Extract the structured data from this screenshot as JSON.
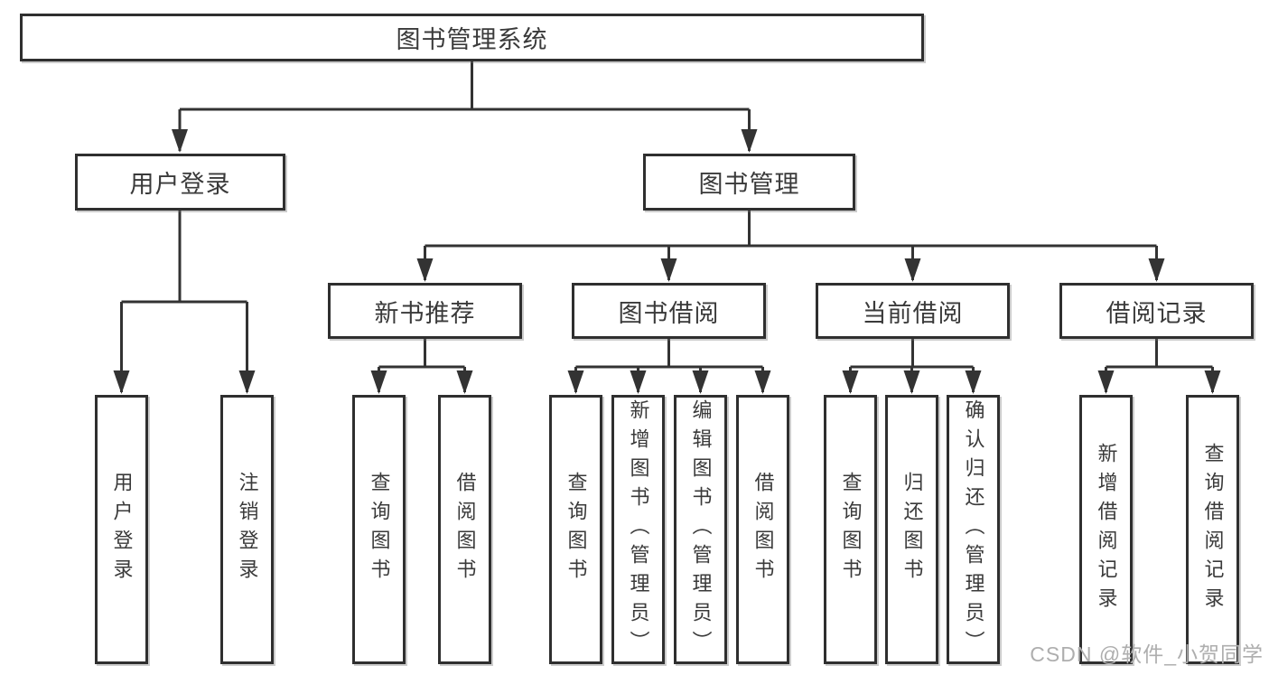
{
  "colors": {
    "background": "#ffffff",
    "line": "#333333",
    "box_border": "#2f2f2f",
    "text": "#3a3a3a",
    "watermark": "#aeaeae"
  },
  "watermark": {
    "text": "CSDN @软件_小贺同学"
  },
  "tree": {
    "root": {
      "label": "图书管理系统"
    },
    "l2": [
      {
        "label": "用户登录",
        "children": [
          {
            "label": "用户登录"
          },
          {
            "label": "注销登录"
          }
        ]
      },
      {
        "label": "图书管理",
        "children": [
          {
            "label": "新书推荐",
            "children": [
              {
                "label": "查询图书"
              },
              {
                "label": "借阅图书"
              }
            ]
          },
          {
            "label": "图书借阅",
            "children": [
              {
                "label": "查询图书"
              },
              {
                "label": "新增图书（管理员）"
              },
              {
                "label": "编辑图书（管理员）"
              },
              {
                "label": "借阅图书"
              }
            ]
          },
          {
            "label": "当前借阅",
            "children": [
              {
                "label": "查询图书"
              },
              {
                "label": "归还图书"
              },
              {
                "label": "确认归还（管理员）"
              }
            ]
          },
          {
            "label": "借阅记录",
            "children": [
              {
                "label": "新增借阅记录"
              },
              {
                "label": "查询借阅记录"
              }
            ]
          }
        ]
      }
    ]
  }
}
